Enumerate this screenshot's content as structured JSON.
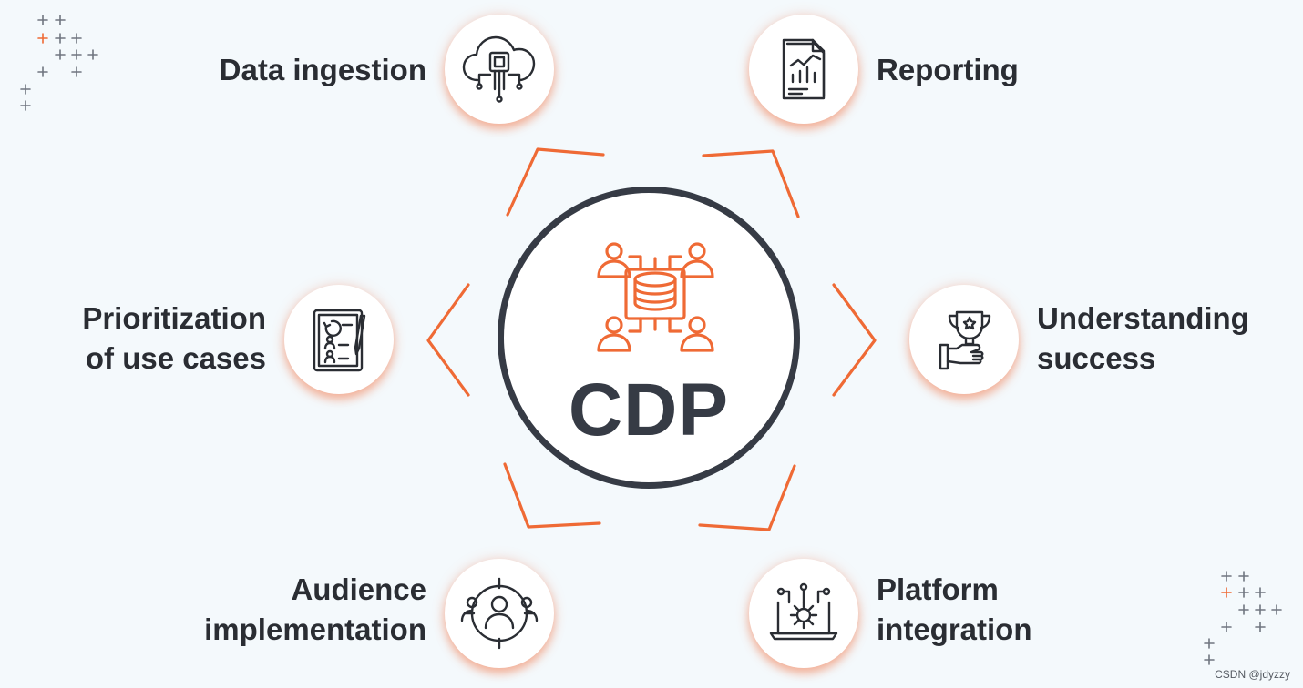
{
  "center": {
    "label": "CDP"
  },
  "nodes": {
    "data_ingestion": {
      "lines": [
        "Data ingestion"
      ]
    },
    "reporting": {
      "lines": [
        "Reporting"
      ]
    },
    "prioritization": {
      "lines": [
        "Prioritization",
        "of use cases"
      ]
    },
    "understanding_success": {
      "lines": [
        "Understanding",
        "success"
      ]
    },
    "audience_implementation": {
      "lines": [
        "Audience",
        "implementation"
      ]
    },
    "platform_integration": {
      "lines": [
        "Platform",
        "integration"
      ]
    }
  },
  "watermark": "CSDN @jdyzzy",
  "colors": {
    "accent": "#ef6a35",
    "dark": "#363b45",
    "background": "#f4f9fc",
    "text": "#2a2d33"
  },
  "icons": {
    "center": "database-network-icon",
    "data_ingestion": "cloud-chip-icon",
    "reporting": "report-chart-icon",
    "prioritization": "checklist-tablet-icon",
    "understanding_success": "trophy-hand-icon",
    "audience_implementation": "audience-target-icon",
    "platform_integration": "laptop-gear-icon"
  }
}
